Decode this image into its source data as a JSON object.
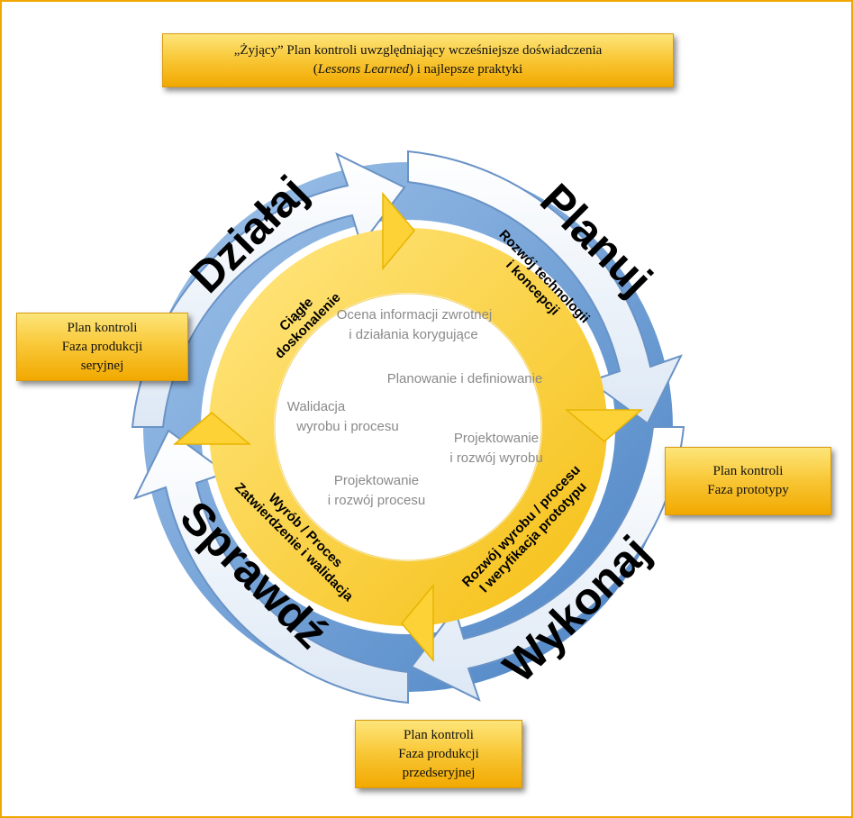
{
  "top_box": {
    "line1": "„Żyjący”  Plan kontroli uwzględniający wcześniejsze doświadczenia",
    "line2_pre": "(",
    "line2_ital": "Lessons Learned",
    "line2_post": ") i najlepsze praktyki"
  },
  "phases": {
    "act": "Działaj",
    "plan": "Planuj",
    "do": "Wykonaj",
    "check": "Sprawdź"
  },
  "ring": {
    "top_left_1": "Ciągłe",
    "top_left_2": "doskonalenie",
    "top_right_1": "Rozwój technologii",
    "top_right_2": "i koncepcji",
    "bottom_right_1": "Rozwój wyrobu / procesu",
    "bottom_right_2": "I weryfikacja prototypu",
    "bottom_left_1": "Wyrób / Proces",
    "bottom_left_2": "Zatwierdzenie i walidacja"
  },
  "center": {
    "feedback_1": "Ocena informacji zwrotnej",
    "feedback_2": "i działania korygujące",
    "planning": "Planowanie  i definiowanie",
    "validation_1": "Walidacja",
    "validation_2": "wyrobu i procesu",
    "product_1": "Projektowanie",
    "product_2": "i rozwój wyrobu",
    "process_1": "Projektowanie",
    "process_2": "i rozwój procesu"
  },
  "boxes": {
    "serial": [
      "Plan kontroli",
      "Faza produkcji",
      "seryjnej"
    ],
    "prototype": [
      "Plan kontroli",
      "Faza prototypy"
    ],
    "preseries": [
      "Plan kontroli",
      "Faza produkcji",
      "przedseryjnej"
    ]
  },
  "colors": {
    "frame": "#f0a800",
    "ring_yellow": "#fcd237",
    "arrow_blue": "#6fa0d5",
    "arrow_light": "#eef3fa",
    "center_text": "#8a8a8a"
  }
}
